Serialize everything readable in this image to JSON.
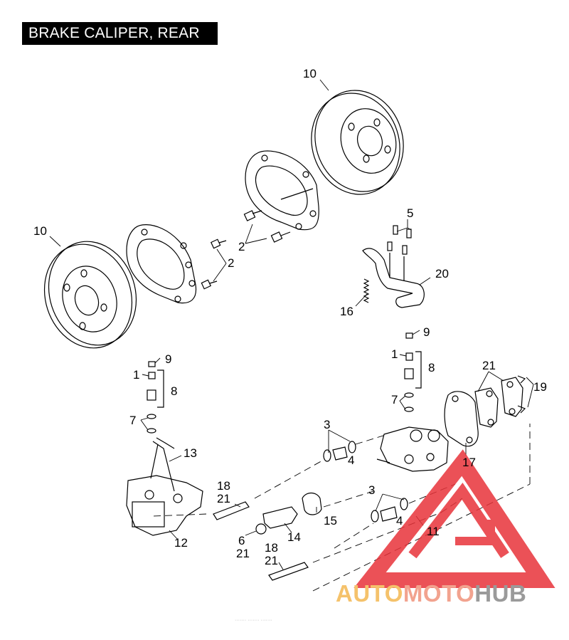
{
  "title": "BRAKE CALIPER, REAR",
  "callouts": [
    {
      "id": "c10a",
      "text": "10"
    },
    {
      "id": "c10b",
      "text": "10"
    },
    {
      "id": "c2a",
      "text": "2"
    },
    {
      "id": "c2b",
      "text": "2"
    },
    {
      "id": "c5",
      "text": "5"
    },
    {
      "id": "c20",
      "text": "20"
    },
    {
      "id": "c16",
      "text": "16"
    },
    {
      "id": "c9a",
      "text": "9"
    },
    {
      "id": "c1a",
      "text": "1"
    },
    {
      "id": "c8a",
      "text": "8"
    },
    {
      "id": "c7a",
      "text": "7"
    },
    {
      "id": "c13",
      "text": "13"
    },
    {
      "id": "c12",
      "text": "12"
    },
    {
      "id": "c9b",
      "text": "9"
    },
    {
      "id": "c1b",
      "text": "1"
    },
    {
      "id": "c8b",
      "text": "8"
    },
    {
      "id": "c7b",
      "text": "7"
    },
    {
      "id": "c21a",
      "text": "21"
    },
    {
      "id": "c19",
      "text": "19"
    },
    {
      "id": "c17",
      "text": "17"
    },
    {
      "id": "c3a",
      "text": "3"
    },
    {
      "id": "c4a",
      "text": "4"
    },
    {
      "id": "c18a",
      "text": "18"
    },
    {
      "id": "c21b",
      "text": "21"
    },
    {
      "id": "c15",
      "text": "15"
    },
    {
      "id": "c3b",
      "text": "3"
    },
    {
      "id": "c4b",
      "text": "4"
    },
    {
      "id": "c11",
      "text": "11"
    },
    {
      "id": "c14",
      "text": "14"
    },
    {
      "id": "c6",
      "text": "6"
    },
    {
      "id": "c21c",
      "text": "21"
    },
    {
      "id": "c18b",
      "text": "18"
    },
    {
      "id": "c21d",
      "text": "21"
    }
  ],
  "watermark": {
    "parts": [
      "AUTO",
      "MOTO",
      "HUB"
    ],
    "colors": [
      "#f5c26b",
      "#f2a38f",
      "#9a9a9a"
    ],
    "logo_color": "#e8333a"
  },
  "footer": "·······  ·······  ·······"
}
